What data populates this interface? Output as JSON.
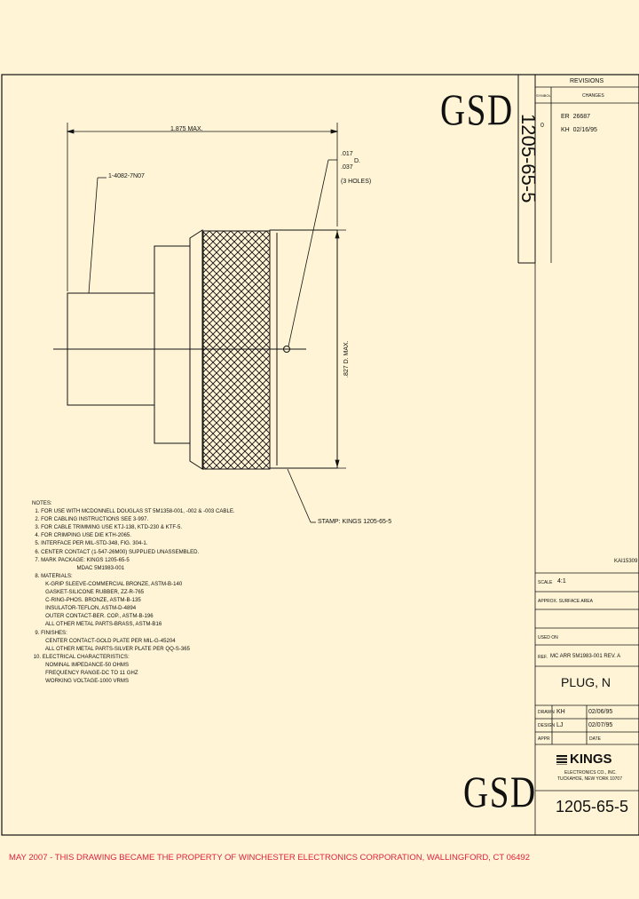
{
  "watermark_top": "GSD",
  "watermark_bottom": "GSD",
  "part_number_vertical": "1205-65-5",
  "revisions": {
    "title": "REVISIONS",
    "col_symbol": "SYMBOL",
    "col_changes": "CHANGES",
    "rev": "0",
    "line1": "ER  26687",
    "line2": "KH  02/16/95"
  },
  "dimensions": {
    "length": "1.875 MAX.",
    "thread": "1-4082-7N07",
    "hole_1": ".017",
    "hole_2": ".037",
    "hole_d": "D.",
    "holes": "(3 HOLES)",
    "diameter": ".827 D. MAX.",
    "stamp": "STAMP: KINGS 1205-65-5"
  },
  "notes": [
    "NOTES:",
    "  1. FOR USE WITH MCDONNELL DOUGLAS ST 5M1358-001, -002 & -003 CABLE.",
    "  2. FOR CABLING INSTRUCTIONS SEE 3-997.",
    "  3. FOR CABLE TRIMMING USE KTJ-138, KTD-230 & KTF-5.",
    "  4. FOR CRIMPING USE DIE KTH-2065.",
    "  5. INTERFACE PER MIL-STD-348, FIG. 304-1.",
    "  6. CENTER CONTACT (1-547-26M00) SUPPLIED UNASSEMBLED.",
    "  7. MARK PACKAGE: KINGS 1205-65-5",
    "                              MDAC 5M1983-001",
    "  8. MATERIALS:",
    "         K-GRIP SLEEVE-COMMERCIAL BRONZE, ASTM-B-140",
    "         GASKET-SILICONE RUBBER, ZZ-R-765",
    "         C-RING-PHOS. BRONZE, ASTM-B-135",
    "         INSULATOR-TEFLON, ASTM-D-4894",
    "         OUTER CONTACT-BER. COP., ASTM-B-196",
    "         ALL OTHER METAL PARTS-BRASS, ASTM-B16",
    "  9. FINISHES:",
    "         CENTER CONTACT-GOLD PLATE PER MIL-G-45204",
    "         ALL OTHER METAL PARTS-SILVER PLATE PER QQ-S-365",
    " 10. ELECTRICAL CHARACTERISTICS:",
    "         NOMINAL IMPEDANCE-50 OHMS",
    "         FREQUENCY RANGE-DC TO 11 GHZ",
    "         WORKING VOLTAGE-1000 VRMS"
  ],
  "title_block": {
    "code": "KAI15309",
    "scale_label": "SCALE",
    "scale_value": "4:1",
    "surface": "APPROX. SURFACE AREA",
    "used_on": "USED ON",
    "ref": "REF.",
    "ref_value": "MC ARR 5M1983-001 REV. A",
    "title": "PLUG, N",
    "drawn_label": "DRAWN",
    "drawn_by": "KH",
    "drawn_date": "02/06/95",
    "design_label": "DESIGN",
    "design_by": "LJ",
    "design_date": "02/07/95",
    "appr_label": "APPR",
    "date_label": "DATE",
    "company_logo": "KINGS",
    "company_line1": "ELECTRONICS CO., INC.",
    "company_line2": "TUCKAHOE, NEW YORK 10707",
    "part_number": "1205-65-5"
  },
  "footer": "MAY 2007 - THIS DRAWING BECAME THE PROPERTY OF WINCHESTER ELECTRONICS CORPORATION, WALLINGFORD, CT 06492"
}
